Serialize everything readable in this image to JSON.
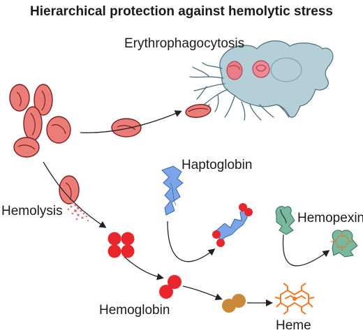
{
  "title": "Hierarchical protection against hemolytic stress",
  "labels": {
    "erythrophagocytosis": "Erythrophagocytosis",
    "haptoglobin": "Haptoglobin",
    "hemolysis": "Hemolysis",
    "hemopexin": "Hemopexin",
    "hemoglobin": "Hemoglobin",
    "heme": "Heme"
  },
  "colors": {
    "rbc_fill": "#ec7c78",
    "rbc_outline": "#7a1f1f",
    "hemoglobin": "#e8262b",
    "haptoglobin": "#7aa5e6",
    "hemopexin": "#78b89f",
    "heme_ring": "#f07a2a",
    "heme_molecule": "#cc8a3a",
    "macrophage": "#b4cfd8",
    "arrow": "#222222"
  },
  "icons": [
    "red-blood-cell-icon",
    "macrophage-icon",
    "hemoglobin-tetramer-icon",
    "hemoglobin-dimer-icon",
    "haptoglobin-protein-icon",
    "hemopexin-protein-icon",
    "heme-ring-icon"
  ]
}
